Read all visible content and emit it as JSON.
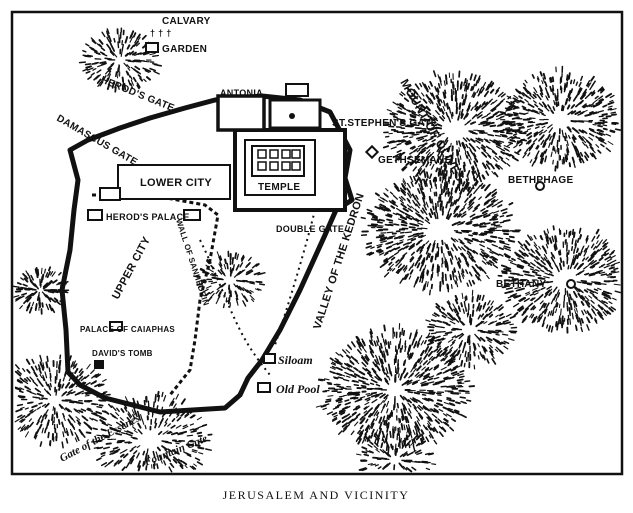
{
  "map": {
    "caption": "JERUSALEM AND VICINITY",
    "labels": {
      "calvary": "CALVARY",
      "garden": "GARDEN",
      "herods_gate": "HEROD'S GATE",
      "damascus_gate": "DAMASCUS GATE",
      "antonia": "ANTONIA",
      "lower_city": "LOWER CITY",
      "temple": "TEMPLE",
      "st_stephens_gate": "ST.STEPHEN'S GATE",
      "gethsemane": "GETHSEMANE",
      "mount_of_olives": "MOUNT OF OLIVES",
      "bethphage": "BETHPHAGE",
      "bethany": "BETHANY",
      "double_gate": "DOUBLE GATE",
      "herods_palace": "HEROD'S PALACE",
      "wall_of_sanhedrin": "WALL OF SANHEDRIN",
      "upper_city": "UPPER CITY",
      "valley_of_the_kedron": "VALLEY OF THE KEDRON",
      "palace_of_caiaphas": "PALACE OF CAIAPHAS",
      "davids_tomb": "DAVID'S TOMB",
      "siloam": "Siloam",
      "old_pool": "Old Pool",
      "gate_of_the_essenes": "Gate of the Essenes",
      "fountain_gate": "Fountain Gate"
    },
    "colors": {
      "ink": "#111111",
      "paper": "#ffffff"
    }
  }
}
